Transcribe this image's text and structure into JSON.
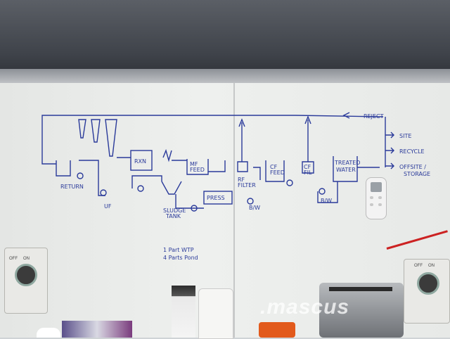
{
  "diagram_labels": {
    "reject": "REJECT",
    "site": "SITE",
    "recycle": "RECYCLE",
    "offsite_storage_1": "OFFSITE /",
    "offsite_storage_2": "STORAGE",
    "return": "RETURN",
    "uf": "UF",
    "rxn": "RXN",
    "mf_feed_1": "MF",
    "mf_feed_2": "FEED",
    "sludge_1": "SLUDGE",
    "sludge_2": "TANK",
    "press": "PRESS",
    "rf_filter_1": "RF",
    "rf_filter_2": "FILTER",
    "bw": "B/W",
    "cf_feed_1": "CF",
    "cf_feed_2": "FEED",
    "cf_filter_1": "CF",
    "cf_filter_2": "FIL",
    "bw_2": "B/W",
    "treated_water_1": "TREATED",
    "treated_water_2": "WATER"
  },
  "note": {
    "line1": "1 Part WTP",
    "line2": "4 Parts Pond"
  },
  "sockets": {
    "off": "OFF",
    "on": "ON"
  },
  "watermark": ".mascus",
  "colors": {
    "marker": "#2a3a9a",
    "board": "#eceeec"
  }
}
